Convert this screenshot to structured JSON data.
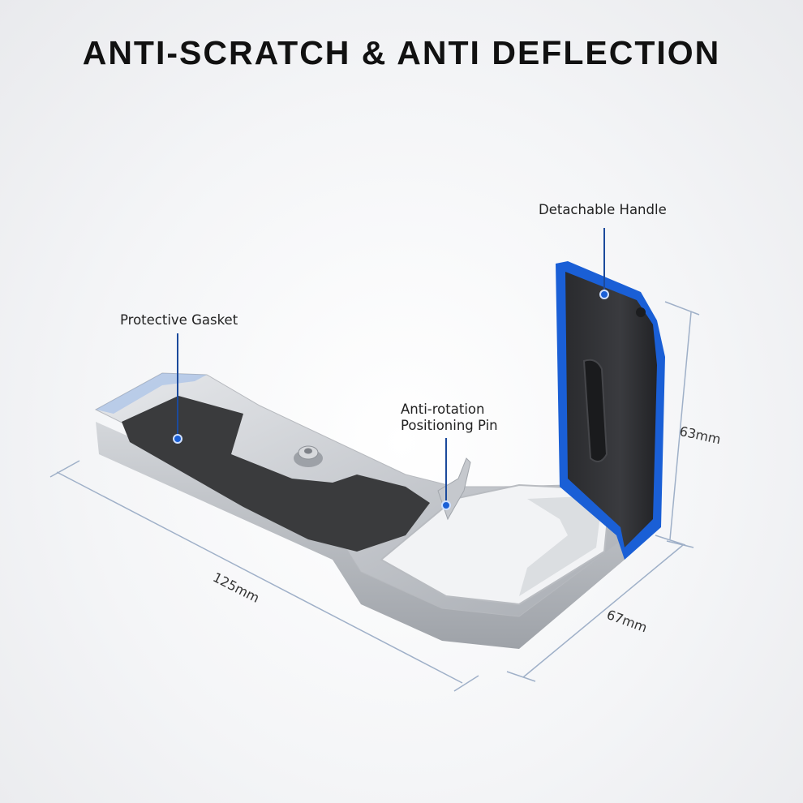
{
  "headline": "ANTI-SCRATCH & ANTI DEFLECTION",
  "callouts": {
    "protective_gasket": "Protective Gasket",
    "detachable_handle": "Detachable Handle",
    "anti_rotation_line1": "Anti-rotation",
    "anti_rotation_line2": "Positioning Pin"
  },
  "dimensions": {
    "length": "125mm",
    "depth": "67mm",
    "height": "63mm"
  },
  "colors": {
    "accent_blue": "#1a5fd6",
    "callout_line": "#1b4a9c",
    "dimension_line": "#9fb0c8",
    "aluminum": "#c9ccd1",
    "gasket": "#3a3b3d"
  }
}
